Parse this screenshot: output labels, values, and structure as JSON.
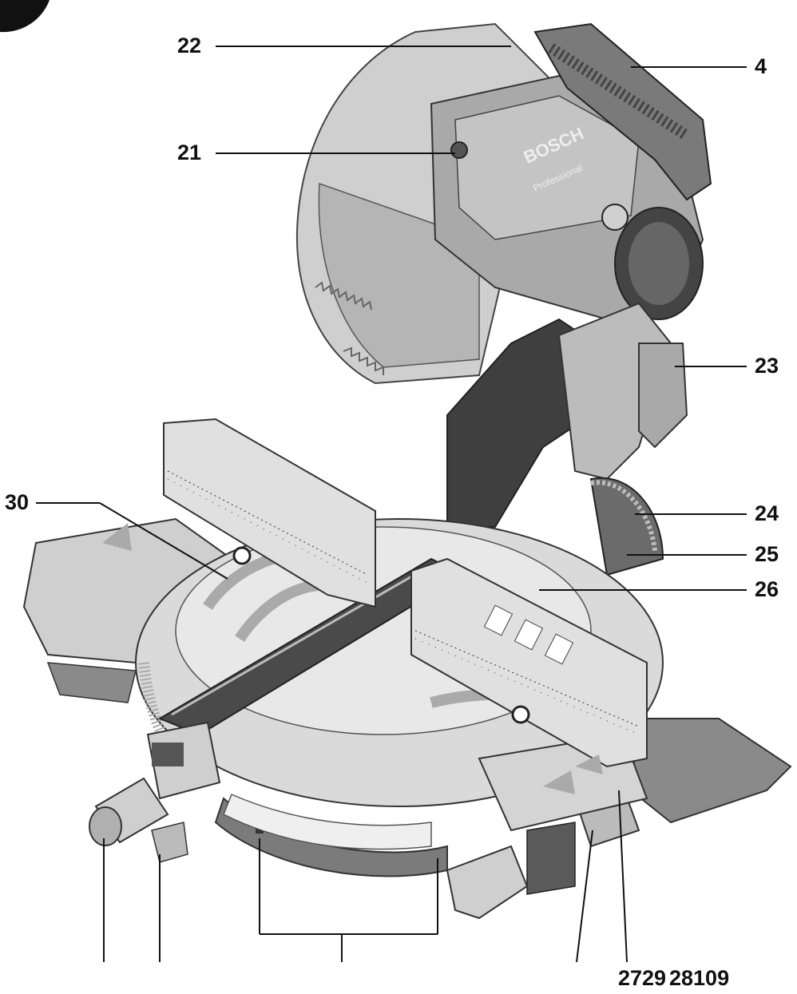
{
  "callouts": {
    "c22": "22",
    "c4": "4",
    "c21": "21",
    "c23": "23",
    "c30": "30",
    "c24": "24",
    "c25": "25",
    "c26": "26"
  },
  "bottom_labels": {
    "left_group": "2729",
    "right_group": "28109"
  },
  "tool_text": {
    "brand": "BOSCH",
    "line": "Professional"
  },
  "colors": {
    "ink": "#111111",
    "body_light": "#d9d9d9",
    "body_mid": "#a9a9a9",
    "body_dark": "#555555",
    "blade": "#bdbdbd"
  }
}
